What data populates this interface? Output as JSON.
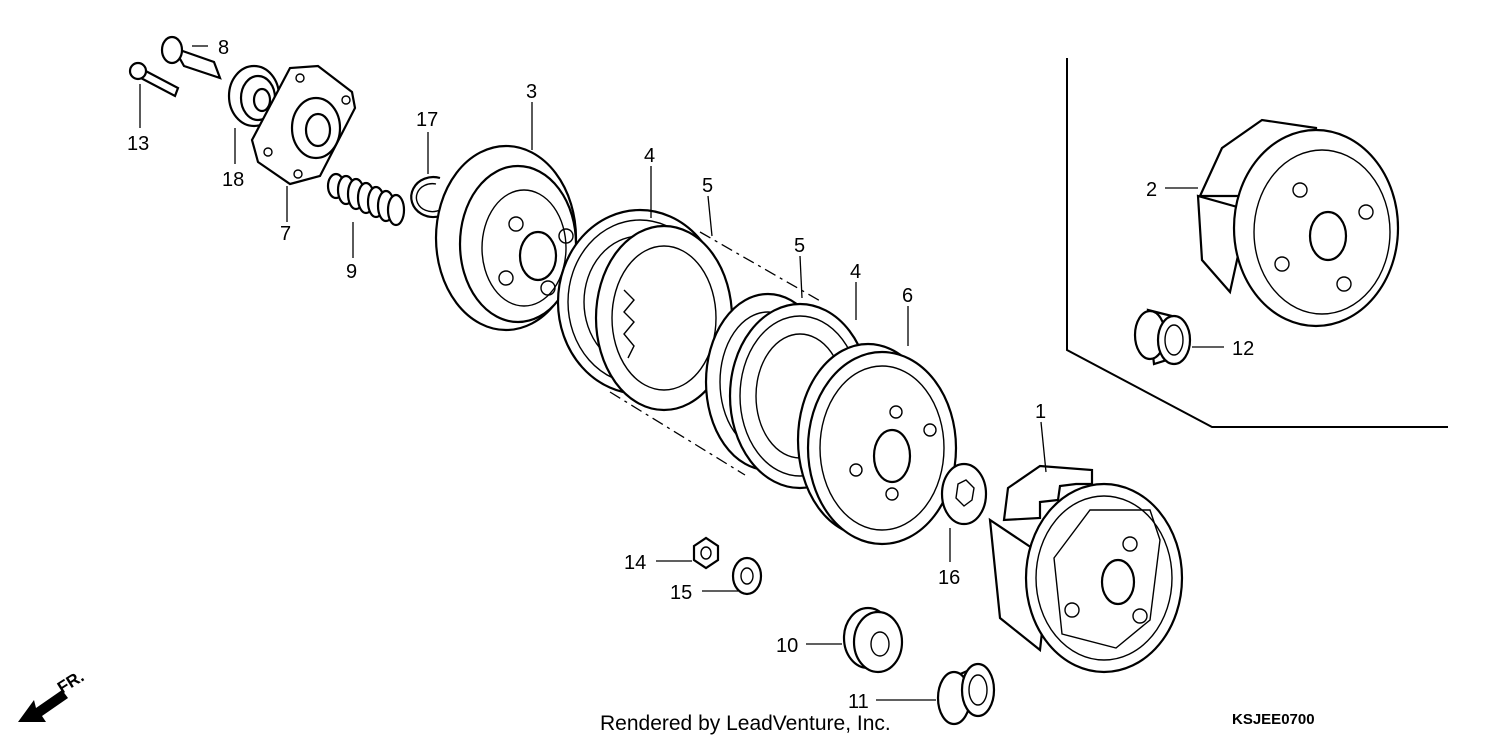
{
  "callouts": [
    {
      "id": "c1",
      "label": "1"
    },
    {
      "id": "c2",
      "label": "2"
    },
    {
      "id": "c3",
      "label": "3"
    },
    {
      "id": "c4a",
      "label": "4"
    },
    {
      "id": "c4b",
      "label": "4"
    },
    {
      "id": "c5a",
      "label": "5"
    },
    {
      "id": "c5b",
      "label": "5"
    },
    {
      "id": "c6",
      "label": "6"
    },
    {
      "id": "c7",
      "label": "7"
    },
    {
      "id": "c8",
      "label": "8"
    },
    {
      "id": "c9",
      "label": "9"
    },
    {
      "id": "c10",
      "label": "10"
    },
    {
      "id": "c11",
      "label": "11"
    },
    {
      "id": "c12",
      "label": "12"
    },
    {
      "id": "c13",
      "label": "13"
    },
    {
      "id": "c14",
      "label": "14"
    },
    {
      "id": "c15",
      "label": "15"
    },
    {
      "id": "c16",
      "label": "16"
    },
    {
      "id": "c17",
      "label": "17"
    },
    {
      "id": "c18",
      "label": "18"
    }
  ],
  "direction_marker": "FR.",
  "credit": "Rendered by LeadVenture, Inc.",
  "diagram_code": "KSJEE0700"
}
